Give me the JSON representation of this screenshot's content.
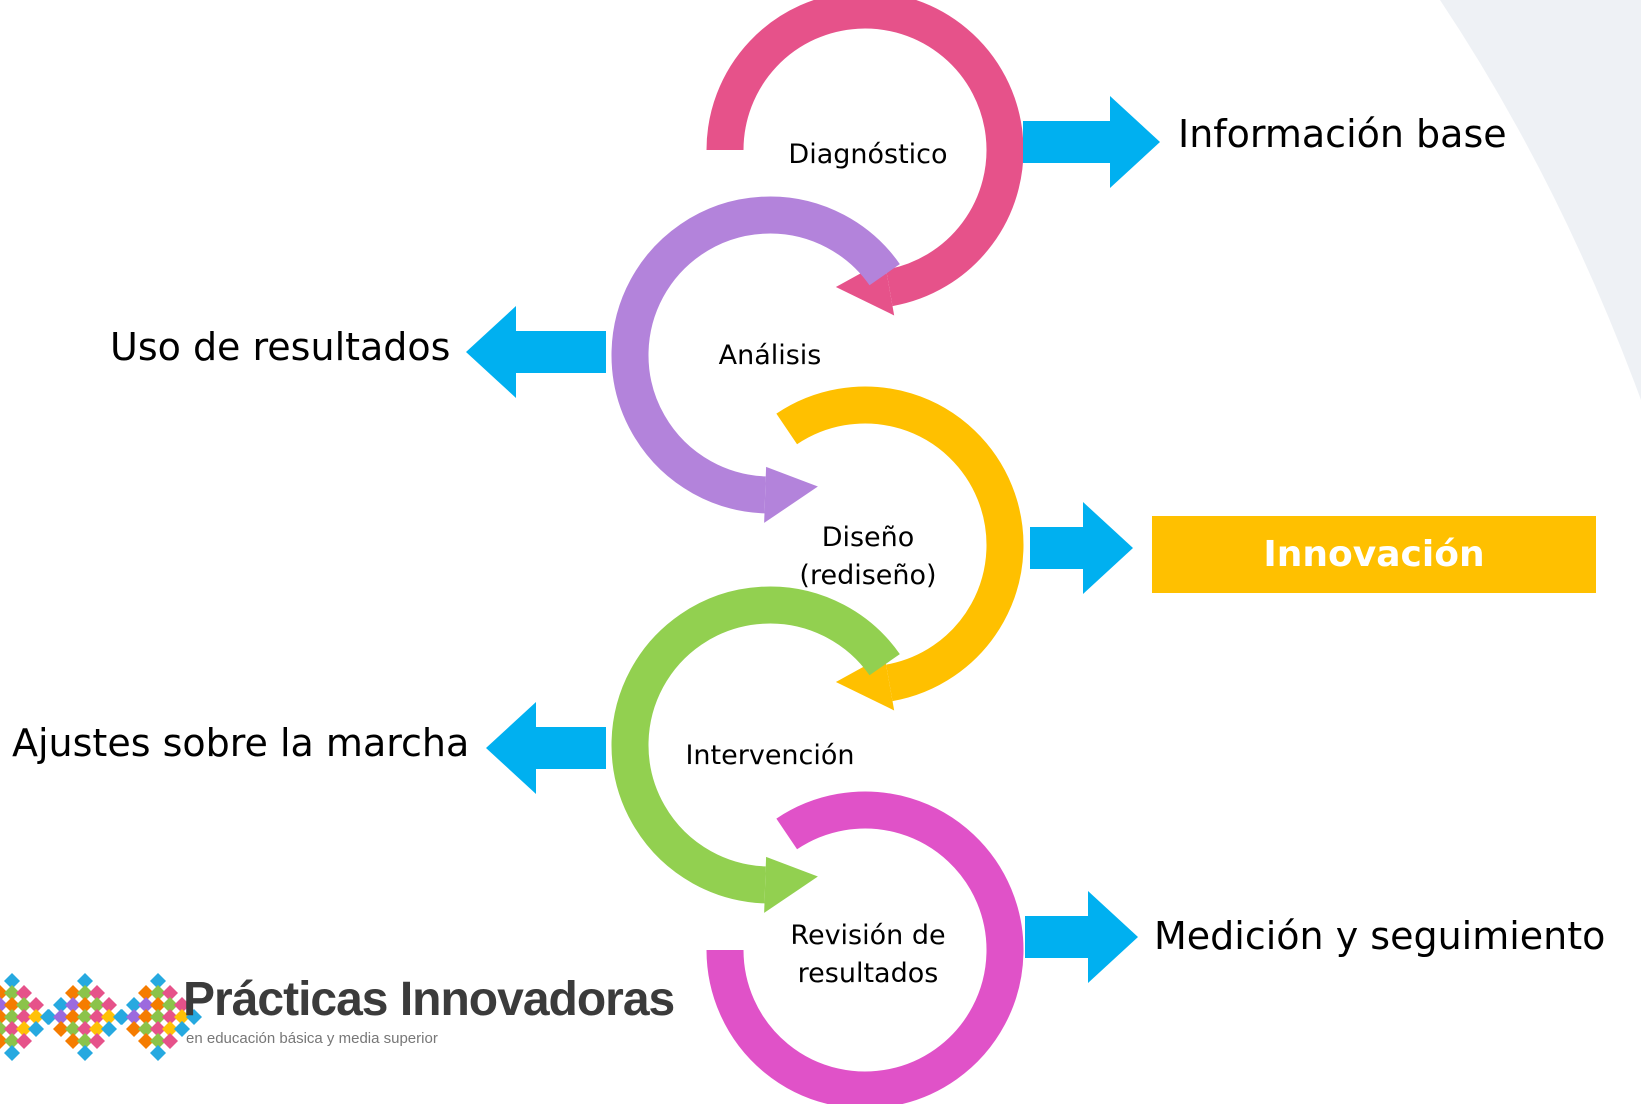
{
  "stages": [
    {
      "label": "Diagnóstico",
      "color": "#E6528A"
    },
    {
      "label": "Análisis",
      "color": "#B383DB"
    },
    {
      "label": "Diseño\n(rediseño)",
      "color": "#FFC000"
    },
    {
      "label": "Intervención",
      "color": "#92D050"
    },
    {
      "label": "Revisión de\nresultados",
      "color": "#E052C8"
    }
  ],
  "outcomes": {
    "informacion_base": "Información base",
    "uso_resultados": "Uso de resultados",
    "innovacion": "Innovación",
    "ajustes": "Ajustes sobre la marcha",
    "medicion": "Medición y seguimiento"
  },
  "colors": {
    "arrow": "#00B0F0",
    "innovation_box": "#FFC000"
  },
  "logo": {
    "title": "Prácticas Innovadoras",
    "subtitle": "en educación básica y media superior"
  }
}
